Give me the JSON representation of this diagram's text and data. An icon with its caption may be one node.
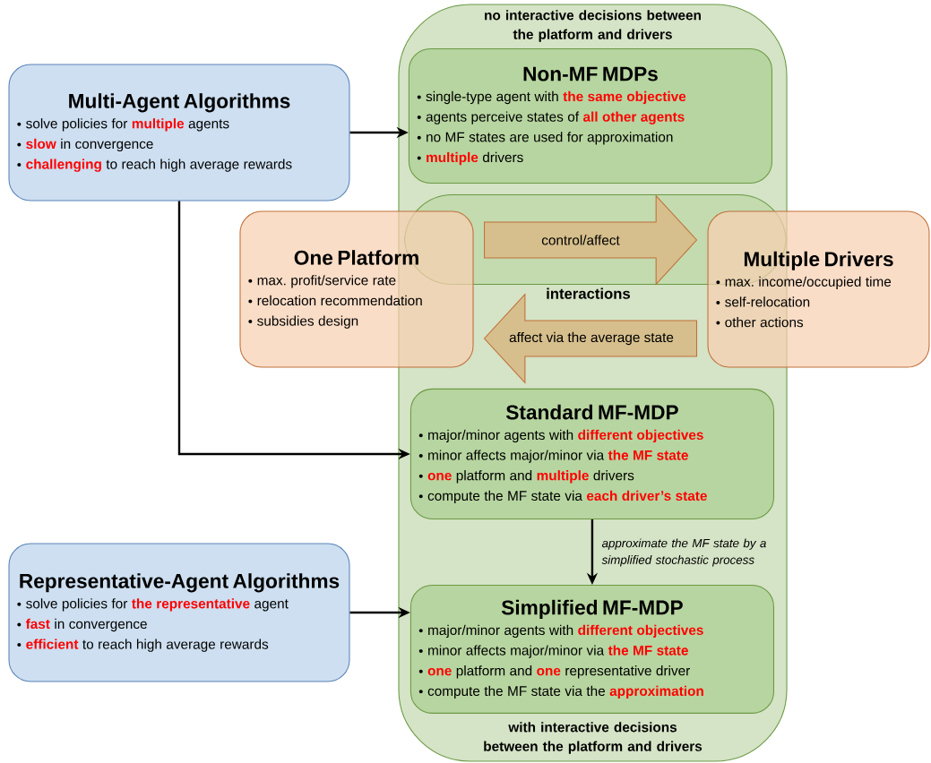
{
  "diagram": {
    "nodes": [
      {
        "text": [
          "no interactive decisions between the platform and drivers",
          "with interactive decisions between the platform and drivers"
        ]
      },
      {
        "text": [
          "Multi-Agent Algorithms",
          "solve policies for **multiple** agents",
          "**slow** in convergence",
          "**challenging** to reach high average rewards"
        ]
      },
      {
        "text": [
          "Non-MF MDPs",
          "single-type agent with **the same objective**",
          "agents perceive states of **all other agents**",
          "no MF states are used for approximation",
          "**multiple** drivers"
        ],
        "in": 0
      },
      {
        "text": [
          "interactions"
        ],
        "in": 0
      },
      {
        "text": [
          "One Platform",
          "max. profit/service rate",
          "relocation recommendation",
          "subsidies design"
        ]
      },
      {
        "text": [
          "Multiple Drivers",
          "max. income/occupied time",
          "self-relocation",
          "other actions"
        ]
      },
      {
        "text": [
          "Standard MF-MDP",
          "major/minor agents with **different objectives**",
          "minor affects major/minor via **the MF state**",
          "**one** platform and **multiple** drivers",
          "compute the MF state via **each driver’s state**"
        ],
        "in": 0
      },
      {
        "text": [
          "Representative-Agent Algorithms",
          "solve policies for **the representative** agent",
          "**fast** in convergence",
          "**efficient** to reach high average rewards"
        ]
      },
      {
        "text": [
          "Simplified MF-MDP",
          "major/minor agents with **different objectives**",
          "minor affects major/minor via **the MF state**",
          "**one** platform and **one** representative driver",
          "compute the MF state via the **approximation**"
        ],
        "in": 0
      }
    ],
    "edges": [
      {
        "from": 1,
        "to": 2,
        "arrow": "to"
      },
      {
        "from": 1,
        "to": 6,
        "arrow": "to"
      },
      {
        "from": 4,
        "to": 5,
        "arrow": "to",
        "label": "control/affect",
        "style": "thick",
        "color": "#d6bf8c"
      },
      {
        "from": 5,
        "to": 4,
        "arrow": "to",
        "label": "affect via the average state",
        "style": "thick",
        "color": "#d6bf8c"
      },
      {
        "from": 6,
        "to": 8,
        "arrow": "to",
        "label": "approximate the MF state by a simplified stochastic process"
      },
      {
        "from": 7,
        "to": 8,
        "arrow": "to"
      }
    ]
  }
}
